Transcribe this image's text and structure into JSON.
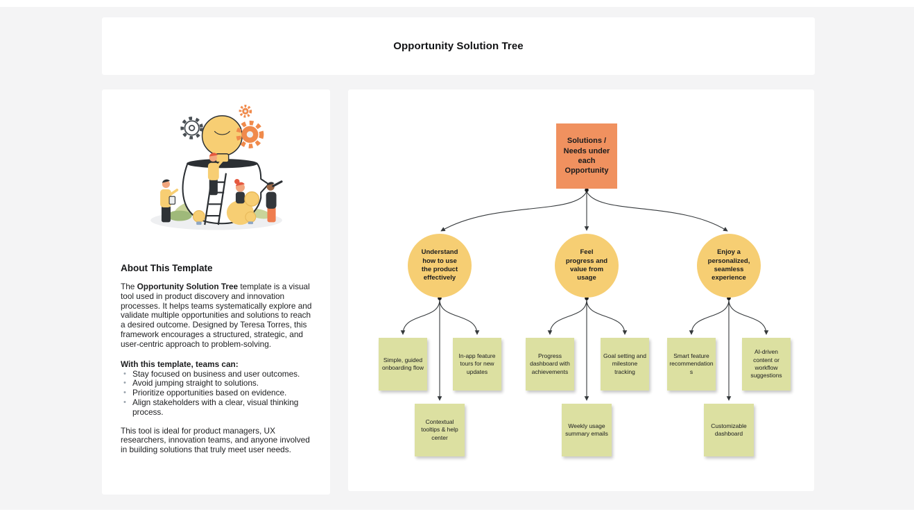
{
  "page": {
    "title": "Opportunity Solution Tree",
    "background_color": "#F4F4F5",
    "card_color": "#FFFFFF"
  },
  "illustration": {
    "name": "team-collaboration-idea-illustration",
    "colors": {
      "bulb_yellow": "#F7CE73",
      "gear_orange": "#F08A4B",
      "leaf_green": "#C9D49A",
      "outline": "#2B2F33"
    }
  },
  "about": {
    "heading": "About This Template",
    "para1_prefix": "The ",
    "para1_bold": "Opportunity Solution Tree",
    "para1_rest": " template is a visual tool used in product discovery and innovation processes. It helps teams systematically explore and validate multiple opportunities and solutions to reach a desired outcome. Designed by Teresa Torres, this framework encourages a structured, strategic, and user-centric approach to problem-solving.",
    "list_heading": "With this template, teams can:",
    "bullets": [
      "Stay focused on business and user outcomes.",
      "Avoid jumping straight to solutions.",
      "Prioritize opportunities based on evidence.",
      "Align stakeholders with a clear, visual thinking process."
    ],
    "para2": "This tool is ideal for product managers, UX researchers, innovation teams, and anyone involved in building solutions that truly meet user needs."
  },
  "tree": {
    "colors": {
      "root_fill": "#F0915F",
      "opportunity_fill": "#F6CE73",
      "solution_fill": "#DCE0A1",
      "connector": "#34383B"
    },
    "root": {
      "label": "Solutions / Needs under each Opportunity"
    },
    "opportunities": [
      {
        "label": "Understand how to use the product effectively"
      },
      {
        "label": "Feel progress and value from usage"
      },
      {
        "label": "Enjoy a personalized,seamless experience"
      }
    ],
    "solutions": [
      {
        "label": "Simple, guided onboarding flow"
      },
      {
        "label": "In-app feature tours for new updates"
      },
      {
        "label": "Progress dashboard with achievements"
      },
      {
        "label": "Goal setting and milestone tracking"
      },
      {
        "label": "Smart feature recommendations"
      },
      {
        "label": "AI-driven content or workflow suggestions"
      }
    ],
    "sub_solutions": [
      {
        "label": "Contextual tooltips & help center"
      },
      {
        "label": "Weekly usage summary emails"
      },
      {
        "label": "Customizable dashboard"
      }
    ]
  }
}
